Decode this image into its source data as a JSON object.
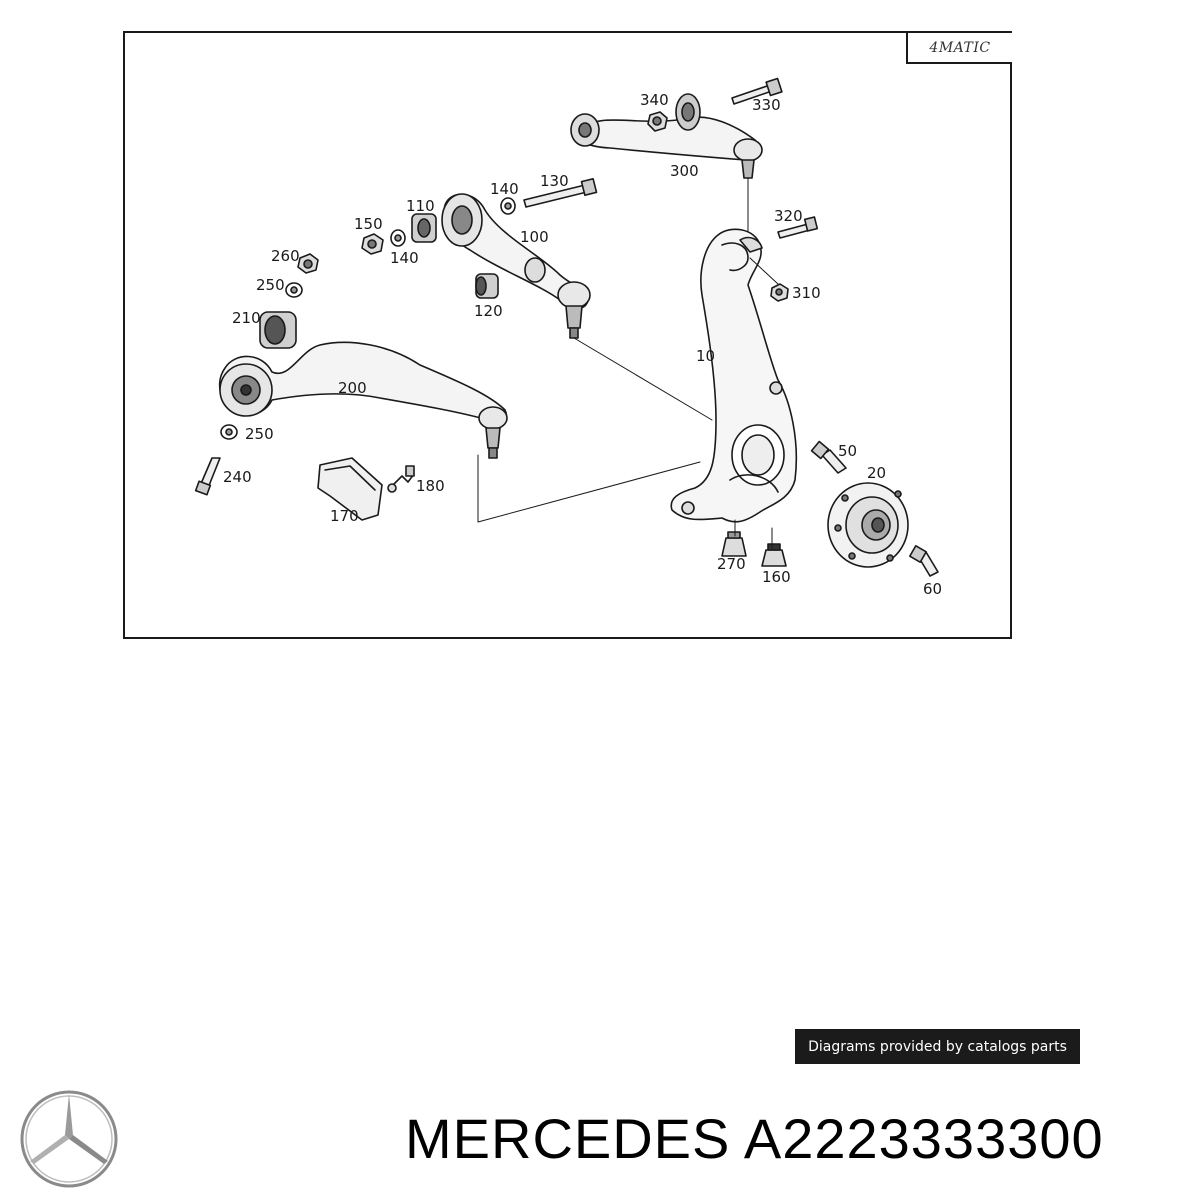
{
  "diagram": {
    "badge_text": "4MATIC",
    "callouts": {
      "c340": "340",
      "c330": "330",
      "c300": "300",
      "c140a": "140",
      "c130": "130",
      "c110": "110",
      "c150": "150",
      "c140b": "140",
      "c100": "100",
      "c320": "320",
      "c260": "260",
      "c250a": "250",
      "c120": "120",
      "c310": "310",
      "c210": "210",
      "c10": "10",
      "c200": "200",
      "c250b": "250",
      "c50": "50",
      "c240": "240",
      "c20": "20",
      "c180": "180",
      "c170": "170",
      "c270": "270",
      "c160": "160",
      "c60": "60"
    }
  },
  "credit_text": "Diagrams provided by catalogs parts",
  "brand": {
    "logo_icon": "mercedes-star-icon",
    "title": "MERCEDES A2223333300"
  }
}
